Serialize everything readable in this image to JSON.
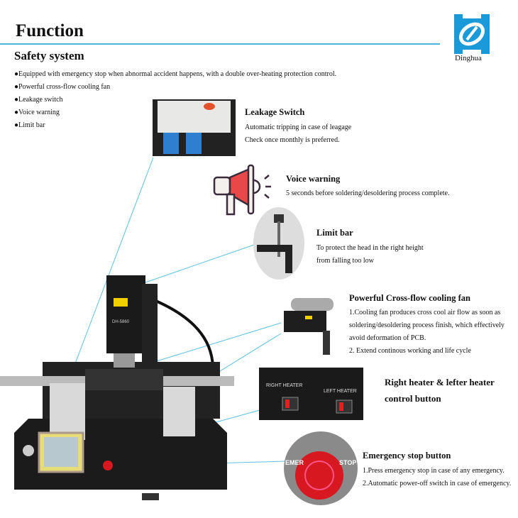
{
  "header": {
    "title": "Function",
    "logo_text": "Dinghua",
    "accent_color": "#4ab3d6",
    "logo_color": "#1a9ad9"
  },
  "section": {
    "title": "Safety system",
    "bullets": [
      "●Equipped with emergency stop when abnormal accident happens, with a double over-heating protection control.",
      "●Powerful cross-flow cooling fan",
      "●Leakage switch",
      "●Voice warning",
      "●Limit bar"
    ]
  },
  "features": [
    {
      "title": "Leakage Switch",
      "lines": [
        "Automatic tripping in case of leagage",
        "Check once monthly is preferred."
      ],
      "icon": "leakage-switch-photo"
    },
    {
      "title": "Voice warning",
      "lines": [
        "5 seconds before soldering/desoldering process complete."
      ],
      "icon": "megaphone-icon"
    },
    {
      "title": "Limit bar",
      "lines": [
        "To protect the head in the right height",
        "from falling too low"
      ],
      "icon": "limit-bar-photo"
    },
    {
      "title": "Powerful Cross-flow cooling fan",
      "lines": [
        "1.Cooling fan produces cross cool air flow as soon as",
        "soldering/desoldering process finish, which effectively",
        "avoid deformation of PCB.",
        "2. Extend continous working and life cycle"
      ],
      "icon": "cooling-fan-photo"
    },
    {
      "title": "Right heater & lefter heater",
      "title2": "control button",
      "lines": [],
      "icon": "heater-switch-photo",
      "labels": [
        "RIGHT HEATER",
        "LEFT HEATER"
      ]
    },
    {
      "title": "Emergency stop button",
      "lines": [
        "1.Press emergency stop in case of any emergency.",
        "2.Automatic power-off switch in case of  emergency."
      ],
      "icon": "emergency-stop-photo",
      "labels": [
        "EMER",
        "STOP"
      ]
    }
  ],
  "machine": {
    "model_label": "DH-5860"
  }
}
